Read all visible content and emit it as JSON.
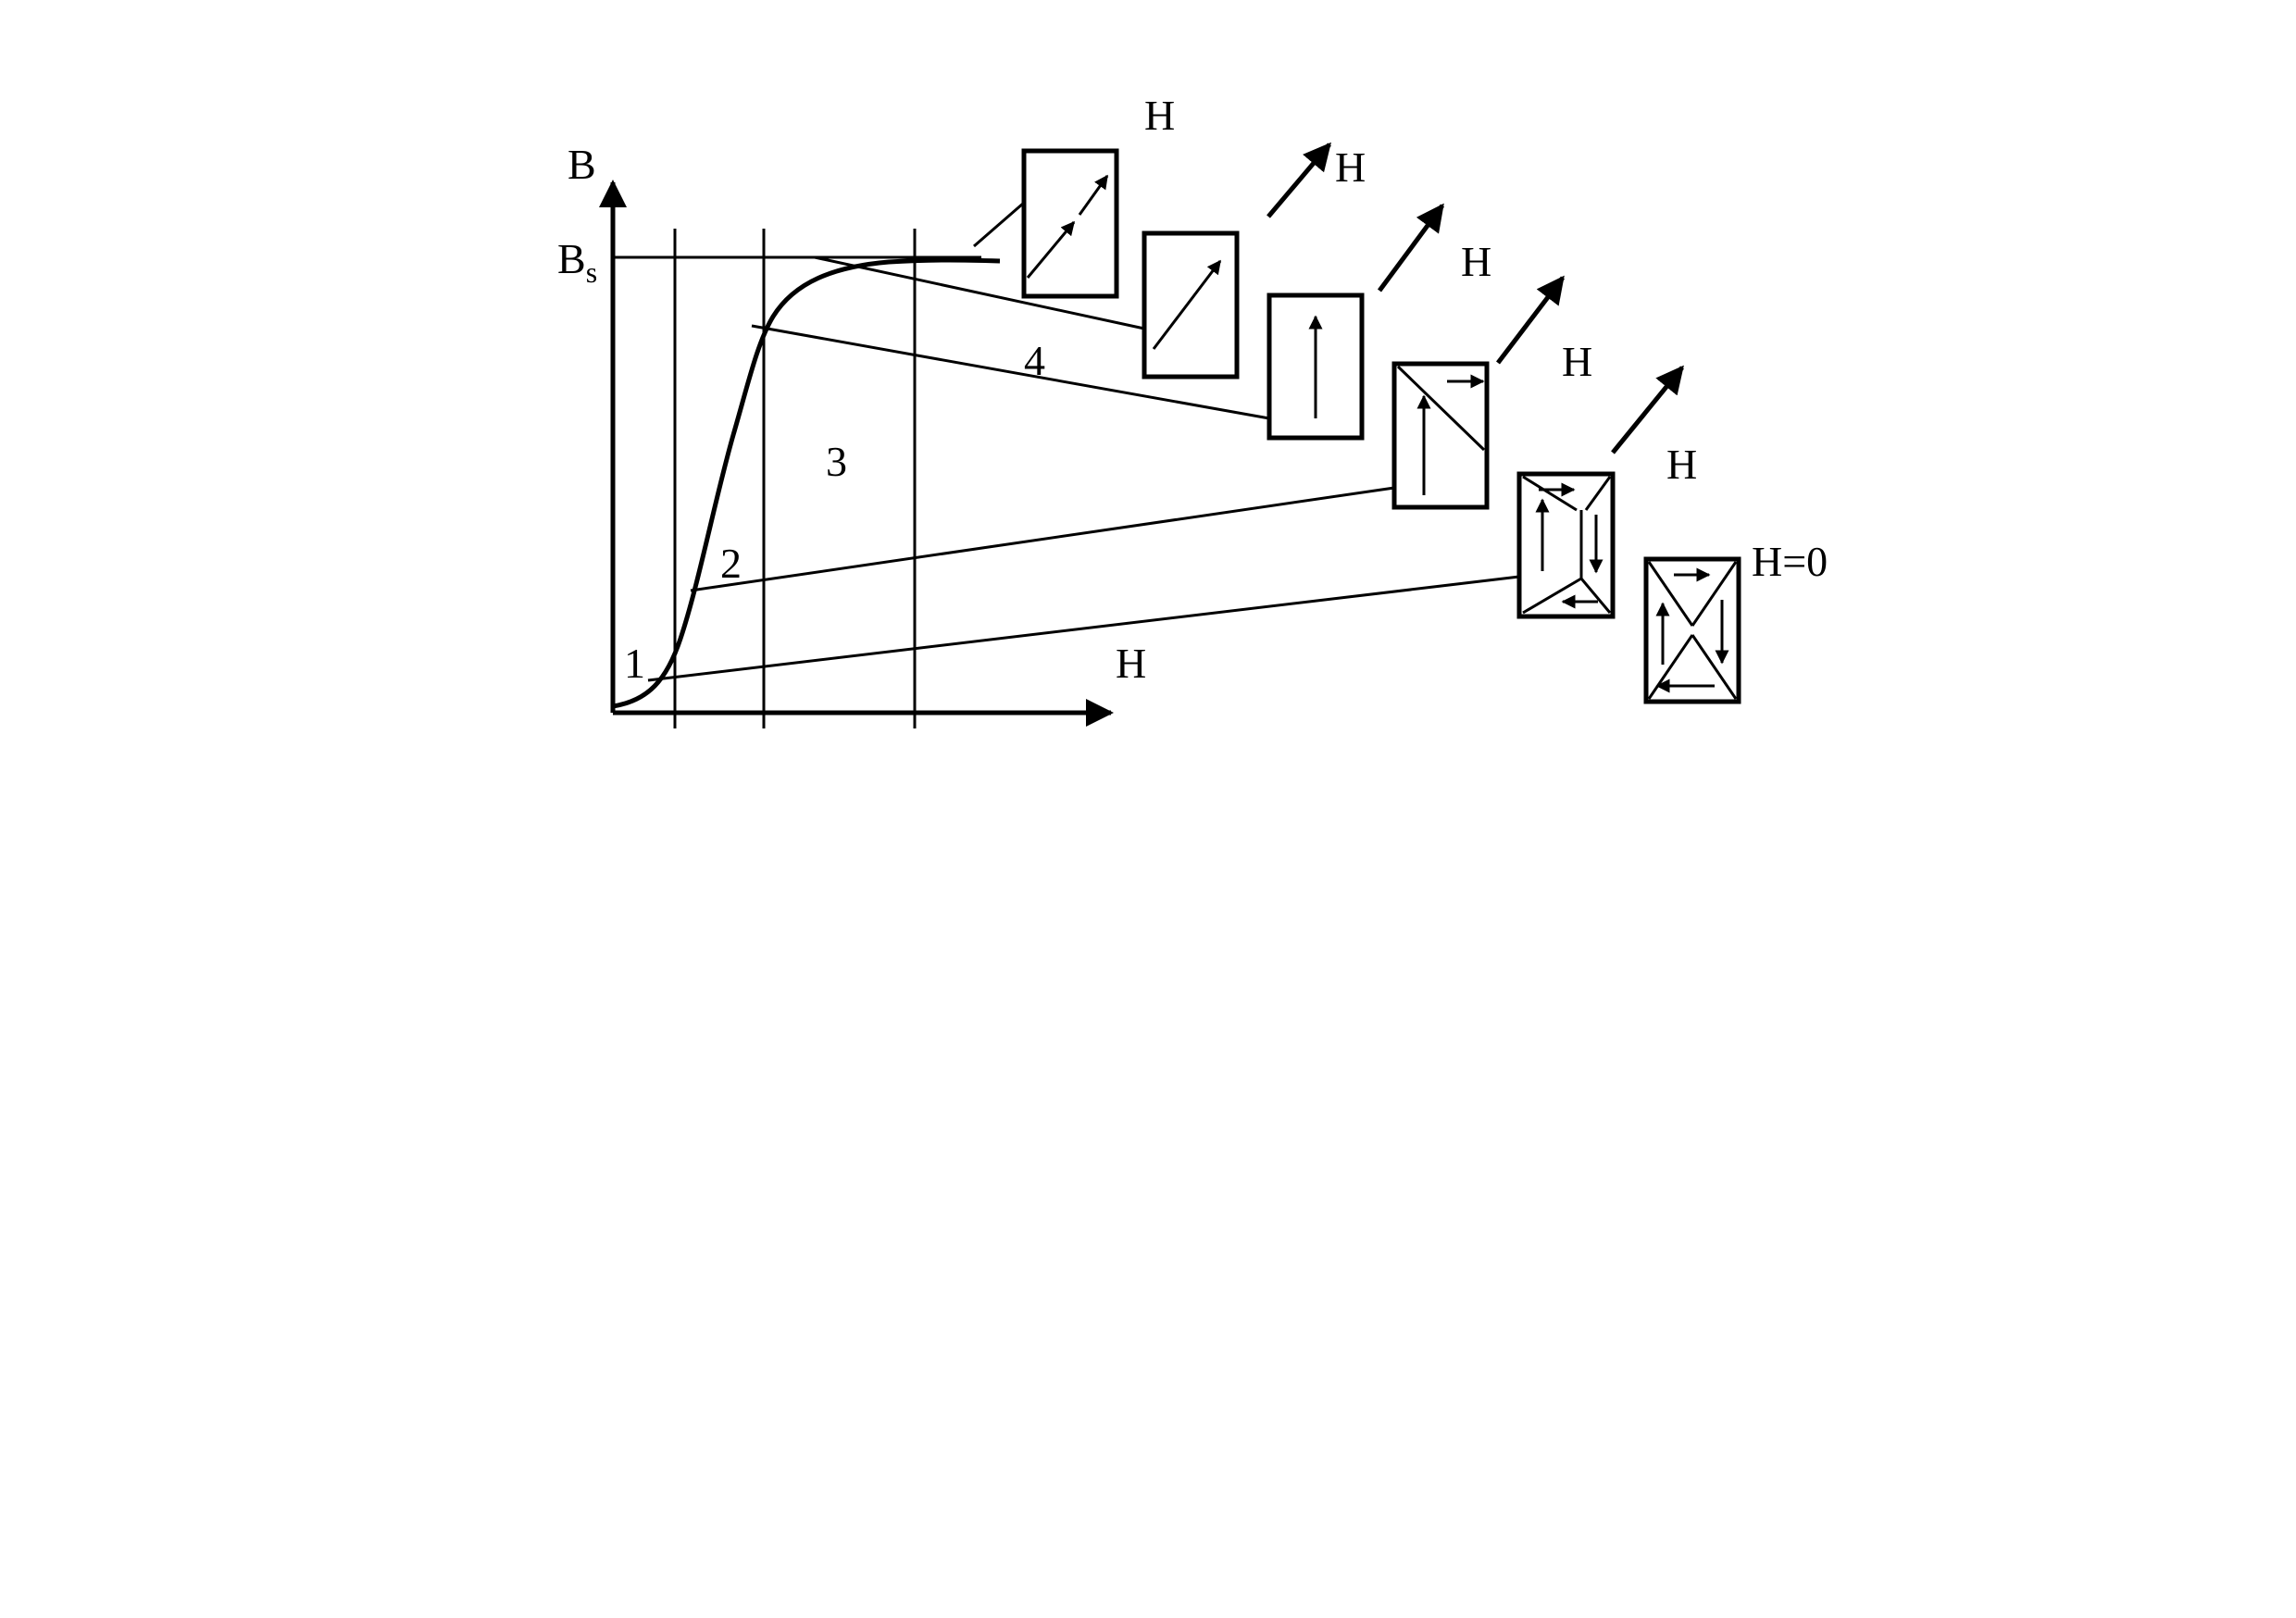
{
  "axes": {
    "y_label": "B",
    "saturation_label": "B",
    "saturation_subscript": "s",
    "x_label": "H"
  },
  "regions": [
    "1",
    "2",
    "3",
    "4"
  ],
  "field_labels": [
    "H",
    "H",
    "H",
    "H",
    "H"
  ],
  "zero_field_label": "H=0"
}
